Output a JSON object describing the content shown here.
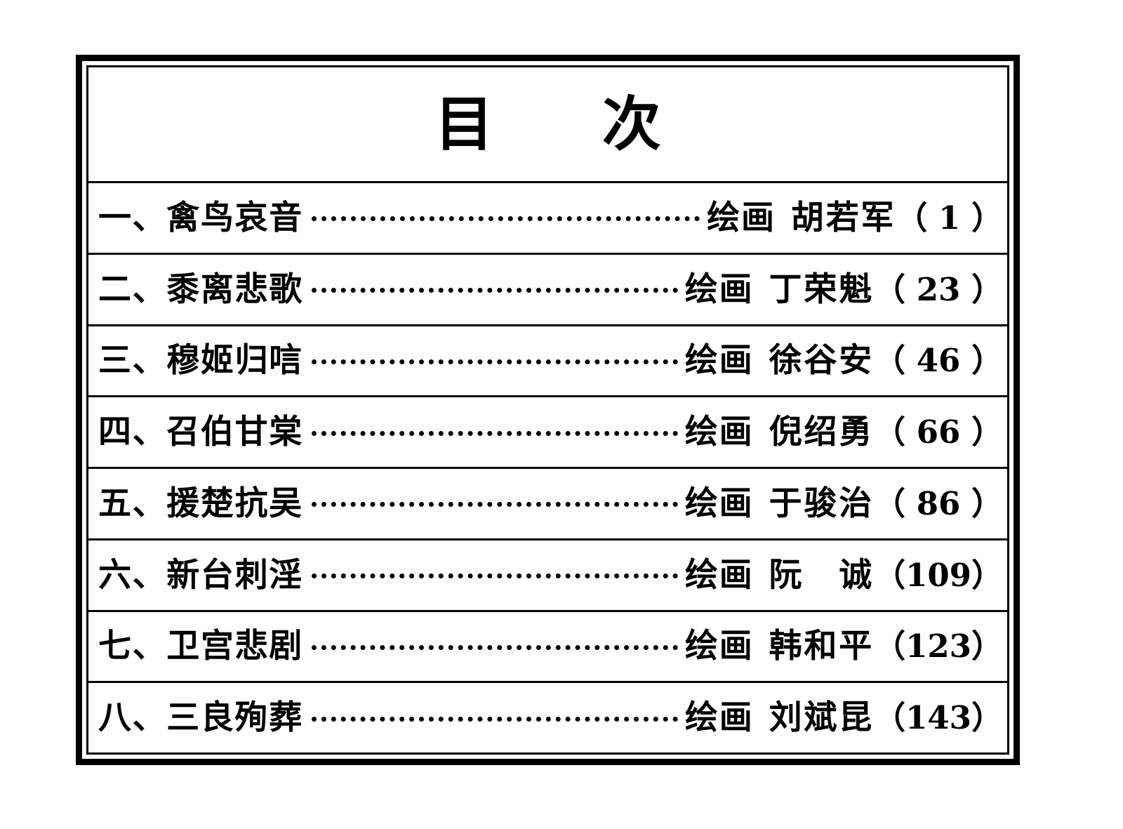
{
  "document": {
    "title": "目　次",
    "title_plain": "目次"
  },
  "contents": {
    "role_label": "绘画",
    "entries": [
      {
        "index_label": "一、",
        "title": "禽鸟哀音",
        "full_title": "一、禽鸟哀音",
        "role": "绘画",
        "artist": "胡若军",
        "page": "1",
        "page_display": "（ 1 ）"
      },
      {
        "index_label": "二、",
        "title": "黍离悲歌",
        "full_title": "二、黍离悲歌",
        "role": "绘画",
        "artist": "丁荣魁",
        "page": "23",
        "page_display": "（ 23 ）"
      },
      {
        "index_label": "三、",
        "title": "穆姬归唁",
        "full_title": "三、穆姬归唁",
        "role": "绘画",
        "artist": "徐谷安",
        "page": "46",
        "page_display": "（ 46 ）"
      },
      {
        "index_label": "四、",
        "title": "召伯甘棠",
        "full_title": "四、召伯甘棠",
        "role": "绘画",
        "artist": "倪绍勇",
        "page": "66",
        "page_display": "（ 66 ）"
      },
      {
        "index_label": "五、",
        "title": "援楚抗吴",
        "full_title": "五、援楚抗吴",
        "role": "绘画",
        "artist": "于骏治",
        "page": "86",
        "page_display": "（ 86 ）"
      },
      {
        "index_label": "六、",
        "title": "新台刺淫",
        "full_title": "六、新台刺淫",
        "role": "绘画",
        "artist": "阮　诚",
        "page": "109",
        "page_display": "（109）"
      },
      {
        "index_label": "七、",
        "title": "卫宫悲剧",
        "full_title": "七、卫宫悲剧",
        "role": "绘画",
        "artist": "韩和平",
        "page": "123",
        "page_display": "（123）"
      },
      {
        "index_label": "八、",
        "title": "三良殉葬",
        "full_title": "八、三良殉葬",
        "role": "绘画",
        "artist": "刘斌昆",
        "page": "143",
        "page_display": "（143）"
      }
    ]
  },
  "style": {
    "ink_color": "#000000",
    "paper_color": "#ffffff"
  }
}
